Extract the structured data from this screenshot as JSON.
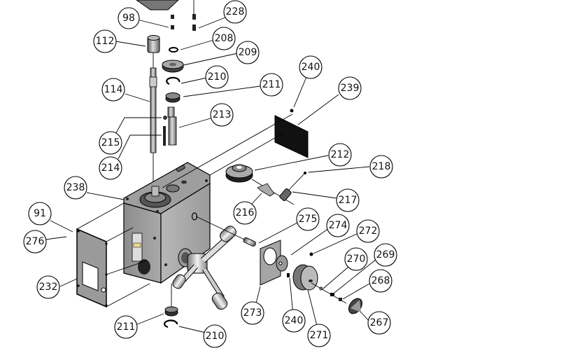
{
  "diagram": {
    "type": "exploded-parts-view",
    "subject": "Gearbox housing assembly",
    "callouts": [
      {
        "id": "c98",
        "label": "98"
      },
      {
        "id": "c228",
        "label": "228"
      },
      {
        "id": "c112",
        "label": "112"
      },
      {
        "id": "c208",
        "label": "208"
      },
      {
        "id": "c209",
        "label": "209"
      },
      {
        "id": "c210a",
        "label": "210"
      },
      {
        "id": "c211a",
        "label": "211"
      },
      {
        "id": "c114",
        "label": "114"
      },
      {
        "id": "c240a",
        "label": "240"
      },
      {
        "id": "c239",
        "label": "239"
      },
      {
        "id": "c213",
        "label": "213"
      },
      {
        "id": "c215",
        "label": "215"
      },
      {
        "id": "c214",
        "label": "214"
      },
      {
        "id": "c212",
        "label": "212"
      },
      {
        "id": "c218",
        "label": "218"
      },
      {
        "id": "c238",
        "label": "238"
      },
      {
        "id": "c217",
        "label": "217"
      },
      {
        "id": "c216",
        "label": "216"
      },
      {
        "id": "c91",
        "label": "91"
      },
      {
        "id": "c275",
        "label": "275"
      },
      {
        "id": "c274",
        "label": "274"
      },
      {
        "id": "c272",
        "label": "272"
      },
      {
        "id": "c276",
        "label": "276"
      },
      {
        "id": "c270",
        "label": "270"
      },
      {
        "id": "c269",
        "label": "269"
      },
      {
        "id": "c232",
        "label": "232"
      },
      {
        "id": "c268",
        "label": "268"
      },
      {
        "id": "c273",
        "label": "273"
      },
      {
        "id": "c211b",
        "label": "211"
      },
      {
        "id": "c240b",
        "label": "240"
      },
      {
        "id": "c267",
        "label": "267"
      },
      {
        "id": "c210b",
        "label": "210"
      },
      {
        "id": "c271",
        "label": "271"
      }
    ]
  }
}
